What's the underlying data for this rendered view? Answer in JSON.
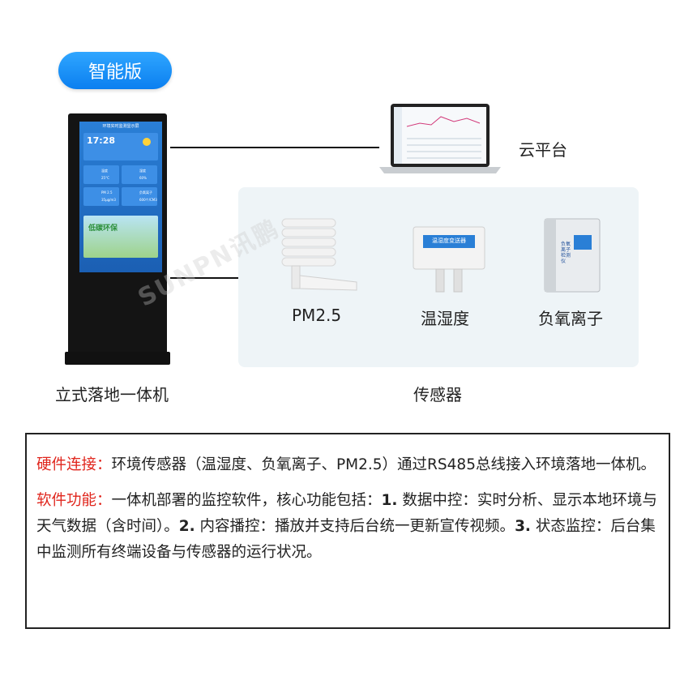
{
  "badge": {
    "label": "智能版"
  },
  "kiosk": {
    "label": "立式落地一体机",
    "screen_title": "环境实时监测显示屏",
    "time": "17:28",
    "temp_label": "温度",
    "temp_value": "25°C",
    "humidity_label": "湿度",
    "humidity_value": "60%",
    "pm_label": "PM 2.5",
    "pm_value": "35μg/m3",
    "ion_label": "负氧离子",
    "ion_value": "600个/CM3",
    "ad_text": "低碳环保"
  },
  "cloud": {
    "label": "云平台"
  },
  "sensors": {
    "group_label": "传感器",
    "items": [
      {
        "label": "PM2.5"
      },
      {
        "label": "温湿度",
        "device_text": "温湿度变送器"
      },
      {
        "label": "负氧离子",
        "device_text": "负氧离子检测仪"
      }
    ]
  },
  "watermark": "SUNPN讯鹏",
  "description": {
    "hardware_title": "硬件连接：",
    "hardware_text": "环境传感器（温湿度、负氧离子、PM2.5）通过RS485总线接入环境落地一体机。",
    "software_title": "软件功能：",
    "software_intro": "一体机部署的监控软件，核心功能包括：",
    "f1_num": "1.",
    "f1_text": " 数据中控：实时分析、显示本地环境与天气数据（含时间）。",
    "f2_num": "2.",
    "f2_text": " 内容播控：播放并支持后台统一更新宣传视频。",
    "f3_num": "3.",
    "f3_text": " 状态监控：后台集中监测所有终端设备与传感器的运行状况。"
  }
}
